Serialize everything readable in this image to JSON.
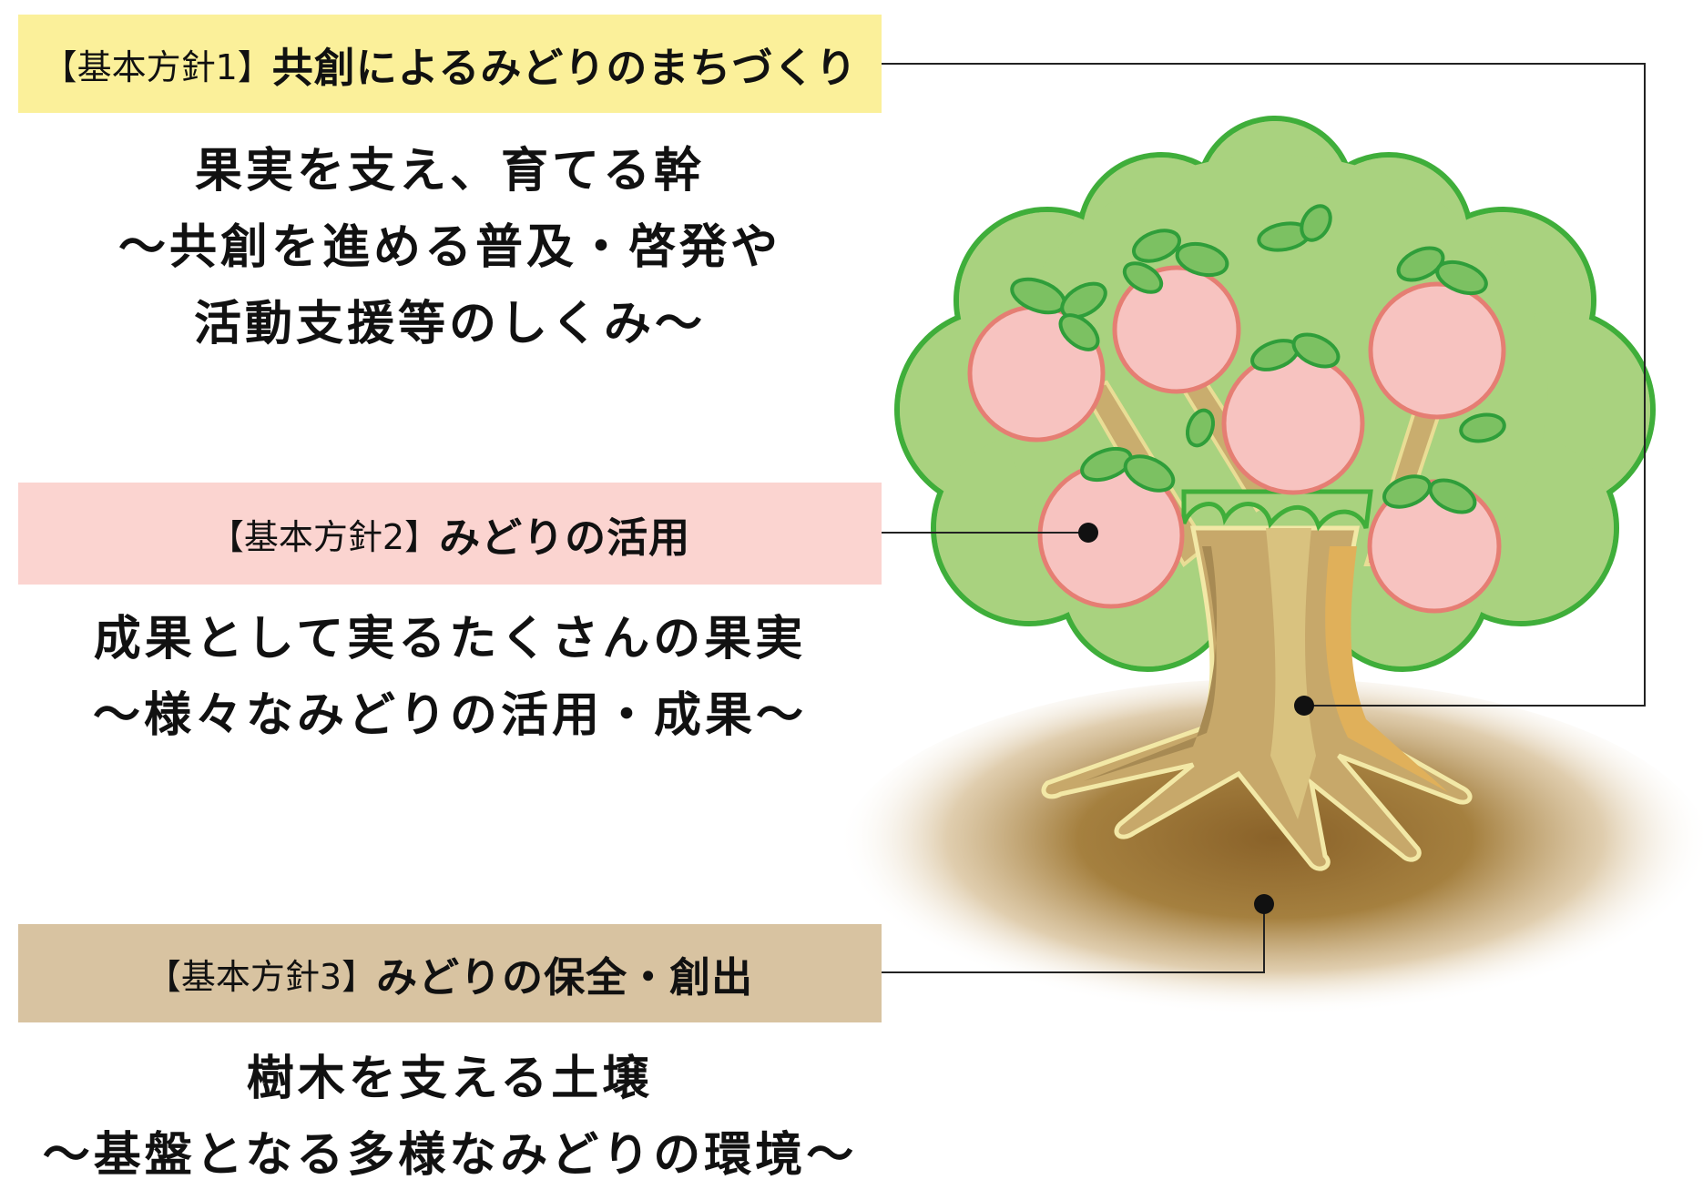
{
  "policies": [
    {
      "prefix": "【基本方針1】",
      "title": "共創によるみどりのまちづくり",
      "color": "#fbf09a",
      "description": [
        "果実を支え、育てる幹",
        "～共創を進める普及・啓発や",
        "活動支援等のしくみ～"
      ]
    },
    {
      "prefix": "【基本方針2】",
      "title": "みどりの活用",
      "color": "#fbd4d0",
      "description": [
        "成果として実るたくさんの果実",
        "～様々なみどりの活用・成果～"
      ]
    },
    {
      "prefix": "【基本方針3】",
      "title": "みどりの保全・創出",
      "color": "#d8c3a1",
      "description": [
        "樹木を支える土壌",
        "～基盤となる多様なみどりの環境～"
      ]
    }
  ],
  "illustration": {
    "subject": "tree-with-fruit",
    "leaf_color": "#a9d27f",
    "leaf_outline": "#3fae3a",
    "fruit_color": "#f7c3c0",
    "trunk_color": "#d5bd7c",
    "soil_color": "#9c7338"
  }
}
